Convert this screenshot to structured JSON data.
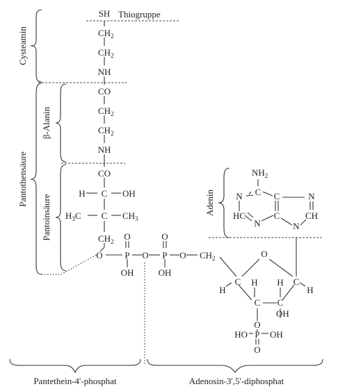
{
  "labels": {
    "thiogruppe": "Thiogruppe",
    "cysteamin": "Cysteamin",
    "beta_alanin": "β-Alanin",
    "pantothensaeure": "Pantothensäure",
    "pantoinsaeure": "Pantoinsäure",
    "adenin": "Adenin",
    "pantethein_phosphat": "Pantethein-4'-phosphat",
    "adenosin_diphosphat": "Adenosin-3',5'-diphosphat"
  },
  "atoms": {
    "sh": "SH",
    "ch2": "CH",
    "sub2": "2",
    "nh": "NH",
    "co": "CO",
    "h": "H",
    "c": "C",
    "oh": "OH",
    "h3c": "H",
    "sub3": "3",
    "ch3": "CH",
    "o": "O",
    "p": "P",
    "nh2": "NH",
    "n": "N",
    "hc": "HC",
    "ch": "CH",
    "ho": "HO"
  }
}
